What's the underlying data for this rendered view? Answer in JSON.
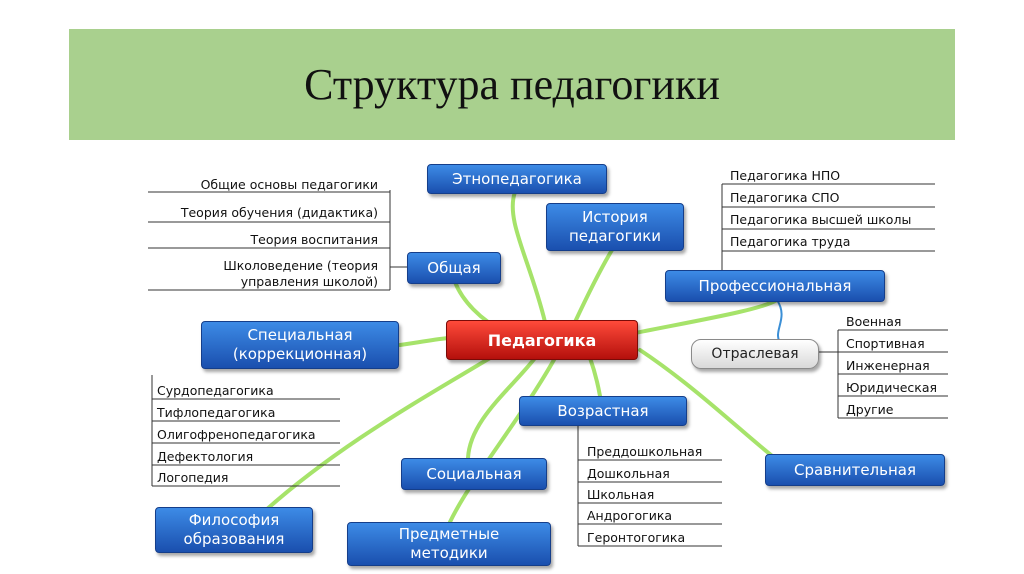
{
  "title": "Структура педагогики",
  "center": "Педагогика",
  "nodes": {
    "ethno": "Этнопедагогика",
    "history": "История педагогики",
    "general": "Общая",
    "professional": "Профессиональная",
    "branch": "Отраслевая",
    "special": "Специальная (коррекционная)",
    "age": "Возрастная",
    "social": "Социальная",
    "comparative": "Сравнительная",
    "philosophy": "Философия образования",
    "subject": "Предметные методики"
  },
  "general_items": [
    "Общие основы педагогики",
    "Теория обучения (дидактика)",
    "Теория воспитания",
    "Школоведение (теория",
    "управления школой)"
  ],
  "professional_items": [
    "Педагогика НПО",
    "Педагогика СПО",
    "Педагогика высшей школы",
    "Педагогика труда"
  ],
  "branch_items": [
    "Военная",
    "Спортивная",
    "Инженерная",
    "Юридическая",
    "Другие"
  ],
  "special_items": [
    "Сурдопедагогика",
    "Тифлопедагогика",
    "Олигофренопедагогика",
    "Дефектология",
    "Логопедия"
  ],
  "age_items": [
    "Преддошкольная",
    "Дошкольная",
    "Школьная",
    "Андрогогика",
    "Геронтогогика"
  ],
  "colors": {
    "title_band": "#a9d08e",
    "node_blue": "#2a6fd0",
    "center_red": "#d81e14",
    "connector_green": "#a6e36a",
    "connector_blue": "#3b8fd6"
  }
}
